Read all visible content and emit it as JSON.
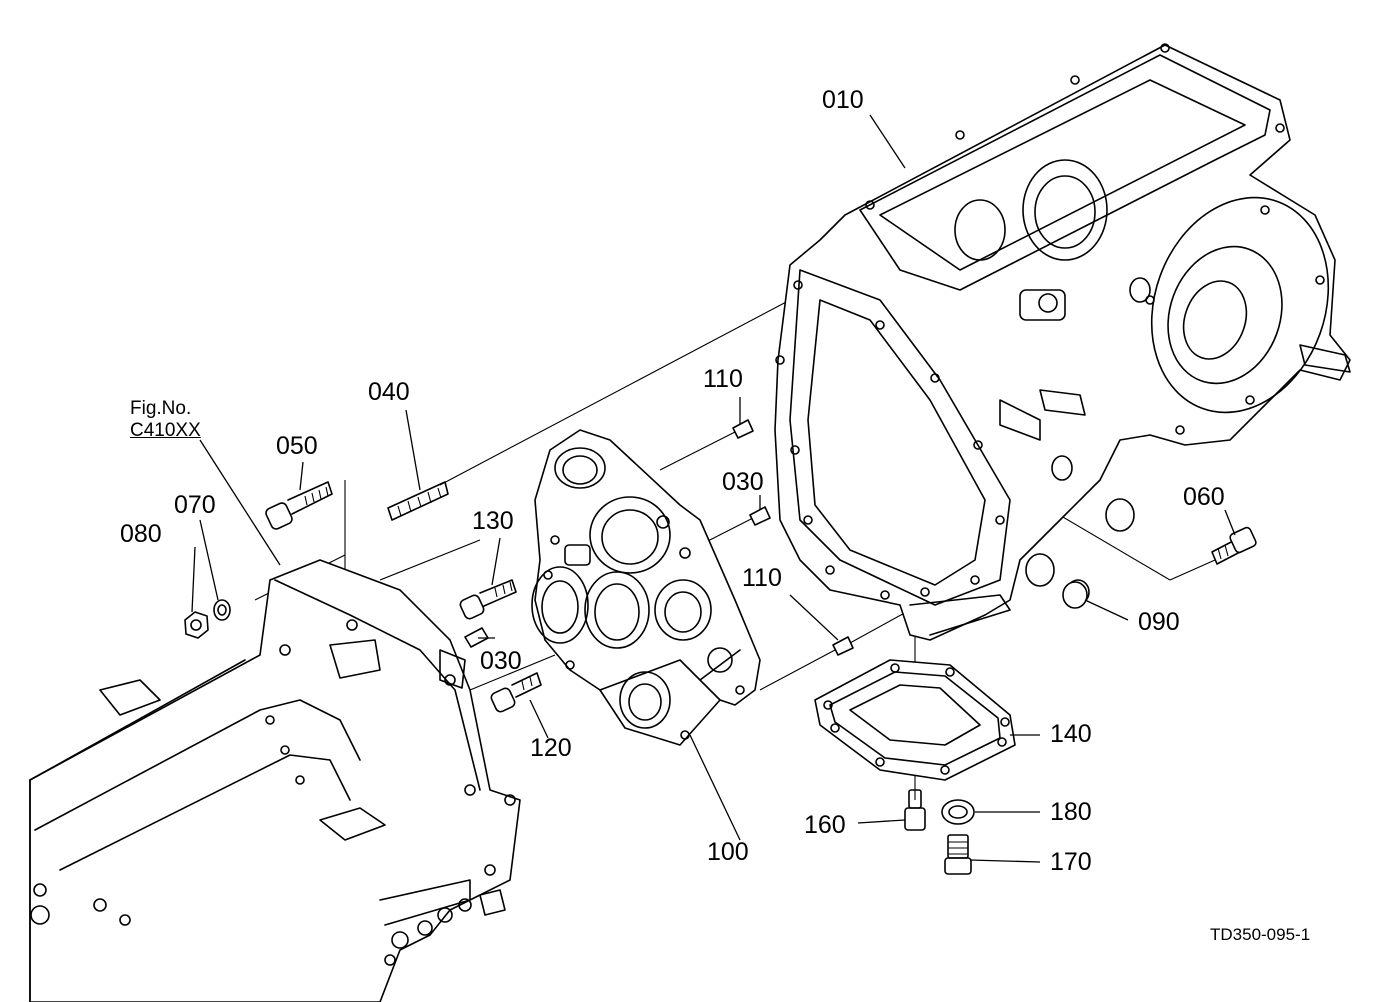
{
  "figure": {
    "label": "Fig.No.",
    "code": "C410XX"
  },
  "document_id": "TD350-095-1",
  "callouts": {
    "p010": "010",
    "p030a": "030",
    "p030b": "030",
    "p040": "040",
    "p050": "050",
    "p060": "060",
    "p070": "070",
    "p080": "080",
    "p090": "090",
    "p100": "100",
    "p110a": "110",
    "p110b": "110",
    "p120": "120",
    "p130": "130",
    "p140": "140",
    "p160": "160",
    "p170": "170",
    "p180": "180"
  },
  "colors": {
    "line": "#000000",
    "background": "#ffffff"
  }
}
